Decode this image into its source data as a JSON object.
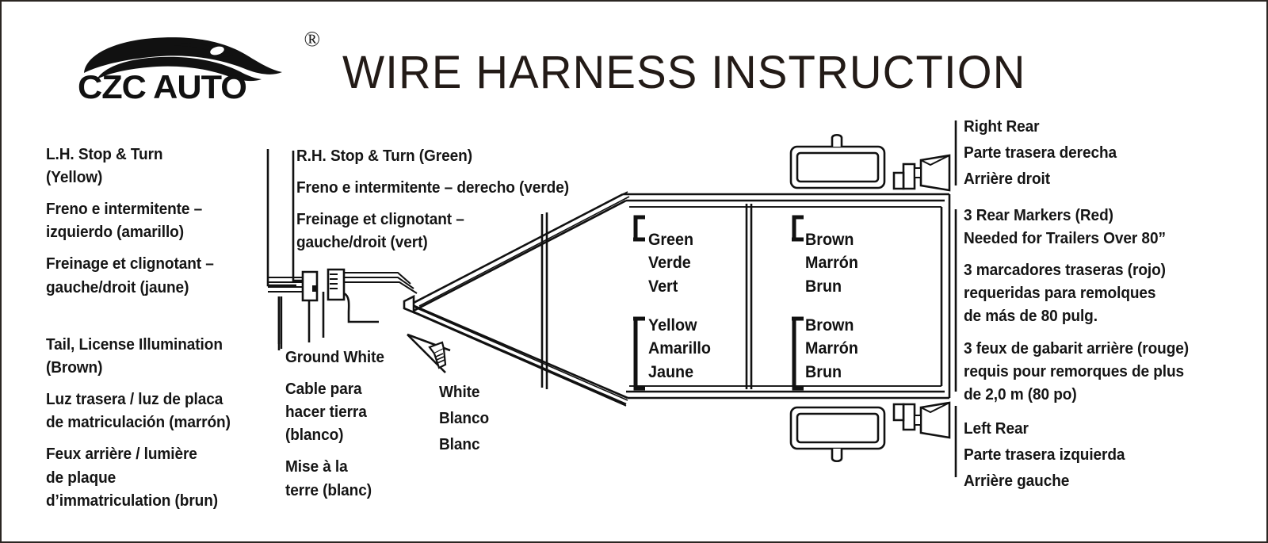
{
  "header": {
    "logo_text": "CZC AUTO",
    "logo_registered": "®",
    "logo_icon": "car-silhouette-icon",
    "title": "WIRE HARNESS INSTRUCTION"
  },
  "callouts": {
    "lh_stop_turn": {
      "en": "L.H. Stop & Turn",
      "en2": "(Yellow)",
      "es": "Freno e intermitente –",
      "es2": "izquierdo (amarillo)",
      "fr": "Freinage et clignotant –",
      "fr2": "gauche/droit (jaune)"
    },
    "tail_license": {
      "en": "Tail, License Illumination",
      "en2": "(Brown)",
      "es": "Luz trasera / luz de placa",
      "es2": "de matriculación (marrón)",
      "fr": "Feux arrière / lumière",
      "fr2": "de plaque",
      "fr3": "d’immatriculation (brun)"
    },
    "rh_stop_turn": {
      "en": "R.H. Stop & Turn (Green)",
      "es": "Freno e intermitente – derecho (verde)",
      "fr": "Freinage et clignotant –",
      "fr2": "gauche/droit (vert)"
    },
    "ground_white": {
      "en": "Ground White",
      "es": "Cable para",
      "es2": "hacer tierra",
      "es3": "(blanco)",
      "fr": "Mise à la",
      "fr2": "terre (blanc)"
    },
    "white_wire": {
      "en": "White",
      "es": "Blanco",
      "fr": "Blanc"
    },
    "right_rear": {
      "en": "Right Rear",
      "es": "Parte trasera derecha",
      "fr": "Arrière droit"
    },
    "rear_markers": {
      "en": "3 Rear Markers (Red)",
      "en2": "Needed for Trailers Over 80”",
      "es": "3 marcadores traseras (rojo)",
      "es2": "requeridas  para remolques",
      "es3": "de más de 80 pulg.",
      "fr": "3 feux de gabarit arrière (rouge)",
      "fr2": "requis pour remorques de plus",
      "fr3": "de 2,0 m (80 po)"
    },
    "left_rear": {
      "en": "Left Rear",
      "es": "Parte trasera izquierda",
      "fr": "Arrière gauche"
    }
  },
  "wire_labels": {
    "green": {
      "en": "Green",
      "es": "Verde",
      "fr": "Vert"
    },
    "yellow": {
      "en": "Yellow",
      "es": "Amarillo",
      "fr": "Jaune"
    },
    "brown_upper": {
      "en": "Brown",
      "es": "Marrón",
      "fr": "Brun"
    },
    "brown_lower": {
      "en": "Brown",
      "es": "Marrón",
      "fr": "Brun"
    }
  },
  "diagram": {
    "name": "trailer-wiring-diagram",
    "parts": [
      "trailer-frame",
      "a-frame-tongue",
      "flat-4-connector",
      "ground-screw-icon",
      "right-fender",
      "left-fender",
      "right-tail-light",
      "left-tail-light",
      "wire-runs"
    ]
  },
  "colors": {
    "ink": "#151515",
    "paper": "#ffffff",
    "border": "#2b2622"
  }
}
